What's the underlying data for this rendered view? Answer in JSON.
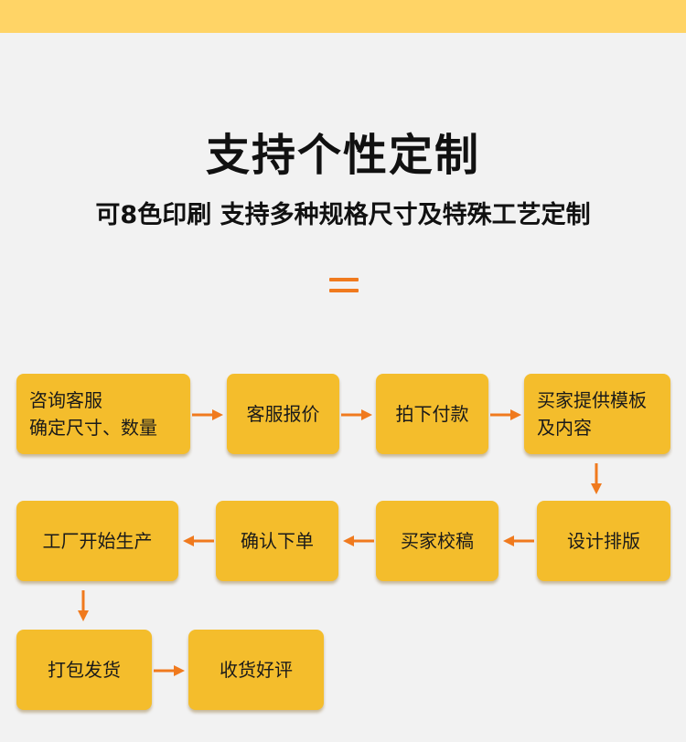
{
  "heading": {
    "title": "支持个性定制",
    "subtitle": "可8色印刷 支持多种规格尺寸及特殊工艺定制"
  },
  "colors": {
    "accent_orange": "#f07a1e",
    "box_yellow": "#f4bd2c",
    "top_band": "#ffd466"
  },
  "steps": [
    {
      "label": "咨询客服\n确定尺寸、数量"
    },
    {
      "label": "客服报价"
    },
    {
      "label": "拍下付款"
    },
    {
      "label": "买家提供模板\n及内容"
    },
    {
      "label": "设计排版"
    },
    {
      "label": "买家校稿"
    },
    {
      "label": "确认下单"
    },
    {
      "label": "工厂开始生产"
    },
    {
      "label": "打包发货"
    },
    {
      "label": "收货好评"
    }
  ]
}
